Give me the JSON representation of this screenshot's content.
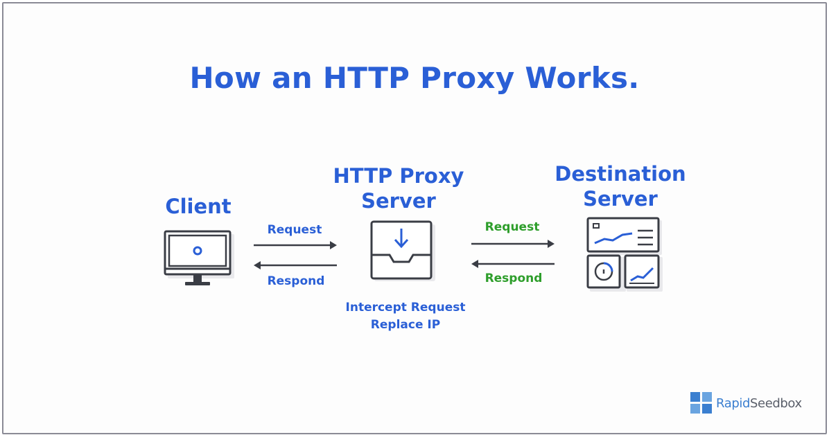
{
  "title": "How an HTTP Proxy Works.",
  "nodes": {
    "client": {
      "label": "Client",
      "icon": "computer-monitor-icon"
    },
    "proxy": {
      "label_line1": "HTTP Proxy",
      "label_line2": "Server",
      "icon": "inbox-tray-icon"
    },
    "destination": {
      "label_line1": "Destination",
      "label_line2": "Server",
      "icon": "dashboard-icon"
    }
  },
  "edges": {
    "client_proxy": {
      "request": "Request",
      "respond": "Respond",
      "color": "#2a5fd6"
    },
    "proxy_destination": {
      "request": "Request",
      "respond": "Respond",
      "color": "#2e9e2b"
    }
  },
  "proxy_note": {
    "line1": "Intercept Request",
    "line2": "Replace IP"
  },
  "brand": {
    "part1": "Rapid",
    "part2": "Seedbox",
    "icon": "rapidseedbox-logo-icon"
  },
  "colors": {
    "accent": "#2a5fd6",
    "green": "#2e9e2b",
    "icon_stroke": "#3a3d45",
    "frame": "#8a8a95"
  }
}
